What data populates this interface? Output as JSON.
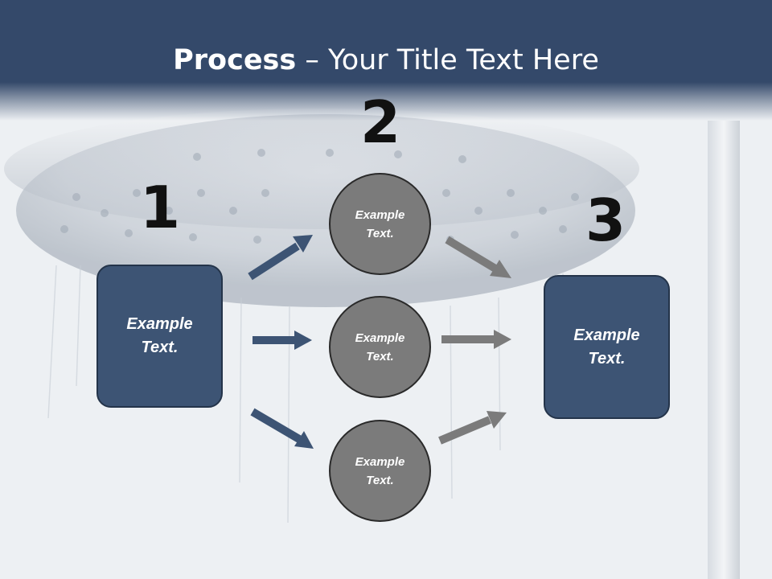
{
  "title": {
    "bold": "Process",
    "rest": " – Your Title Text Here"
  },
  "steps": [
    {
      "number": "1",
      "text": "Example Text."
    },
    {
      "number": "2",
      "items": [
        "Example Text.",
        "Example Text.",
        "Example Text."
      ]
    },
    {
      "number": "3",
      "text": "Example Text."
    }
  ],
  "colors": {
    "title_bar": "#34496a",
    "box_fill": "#3d5474",
    "circle_fill": "#7b7b7b",
    "arrow_left": "#3d5474",
    "arrow_right": "#7b7b7b"
  }
}
